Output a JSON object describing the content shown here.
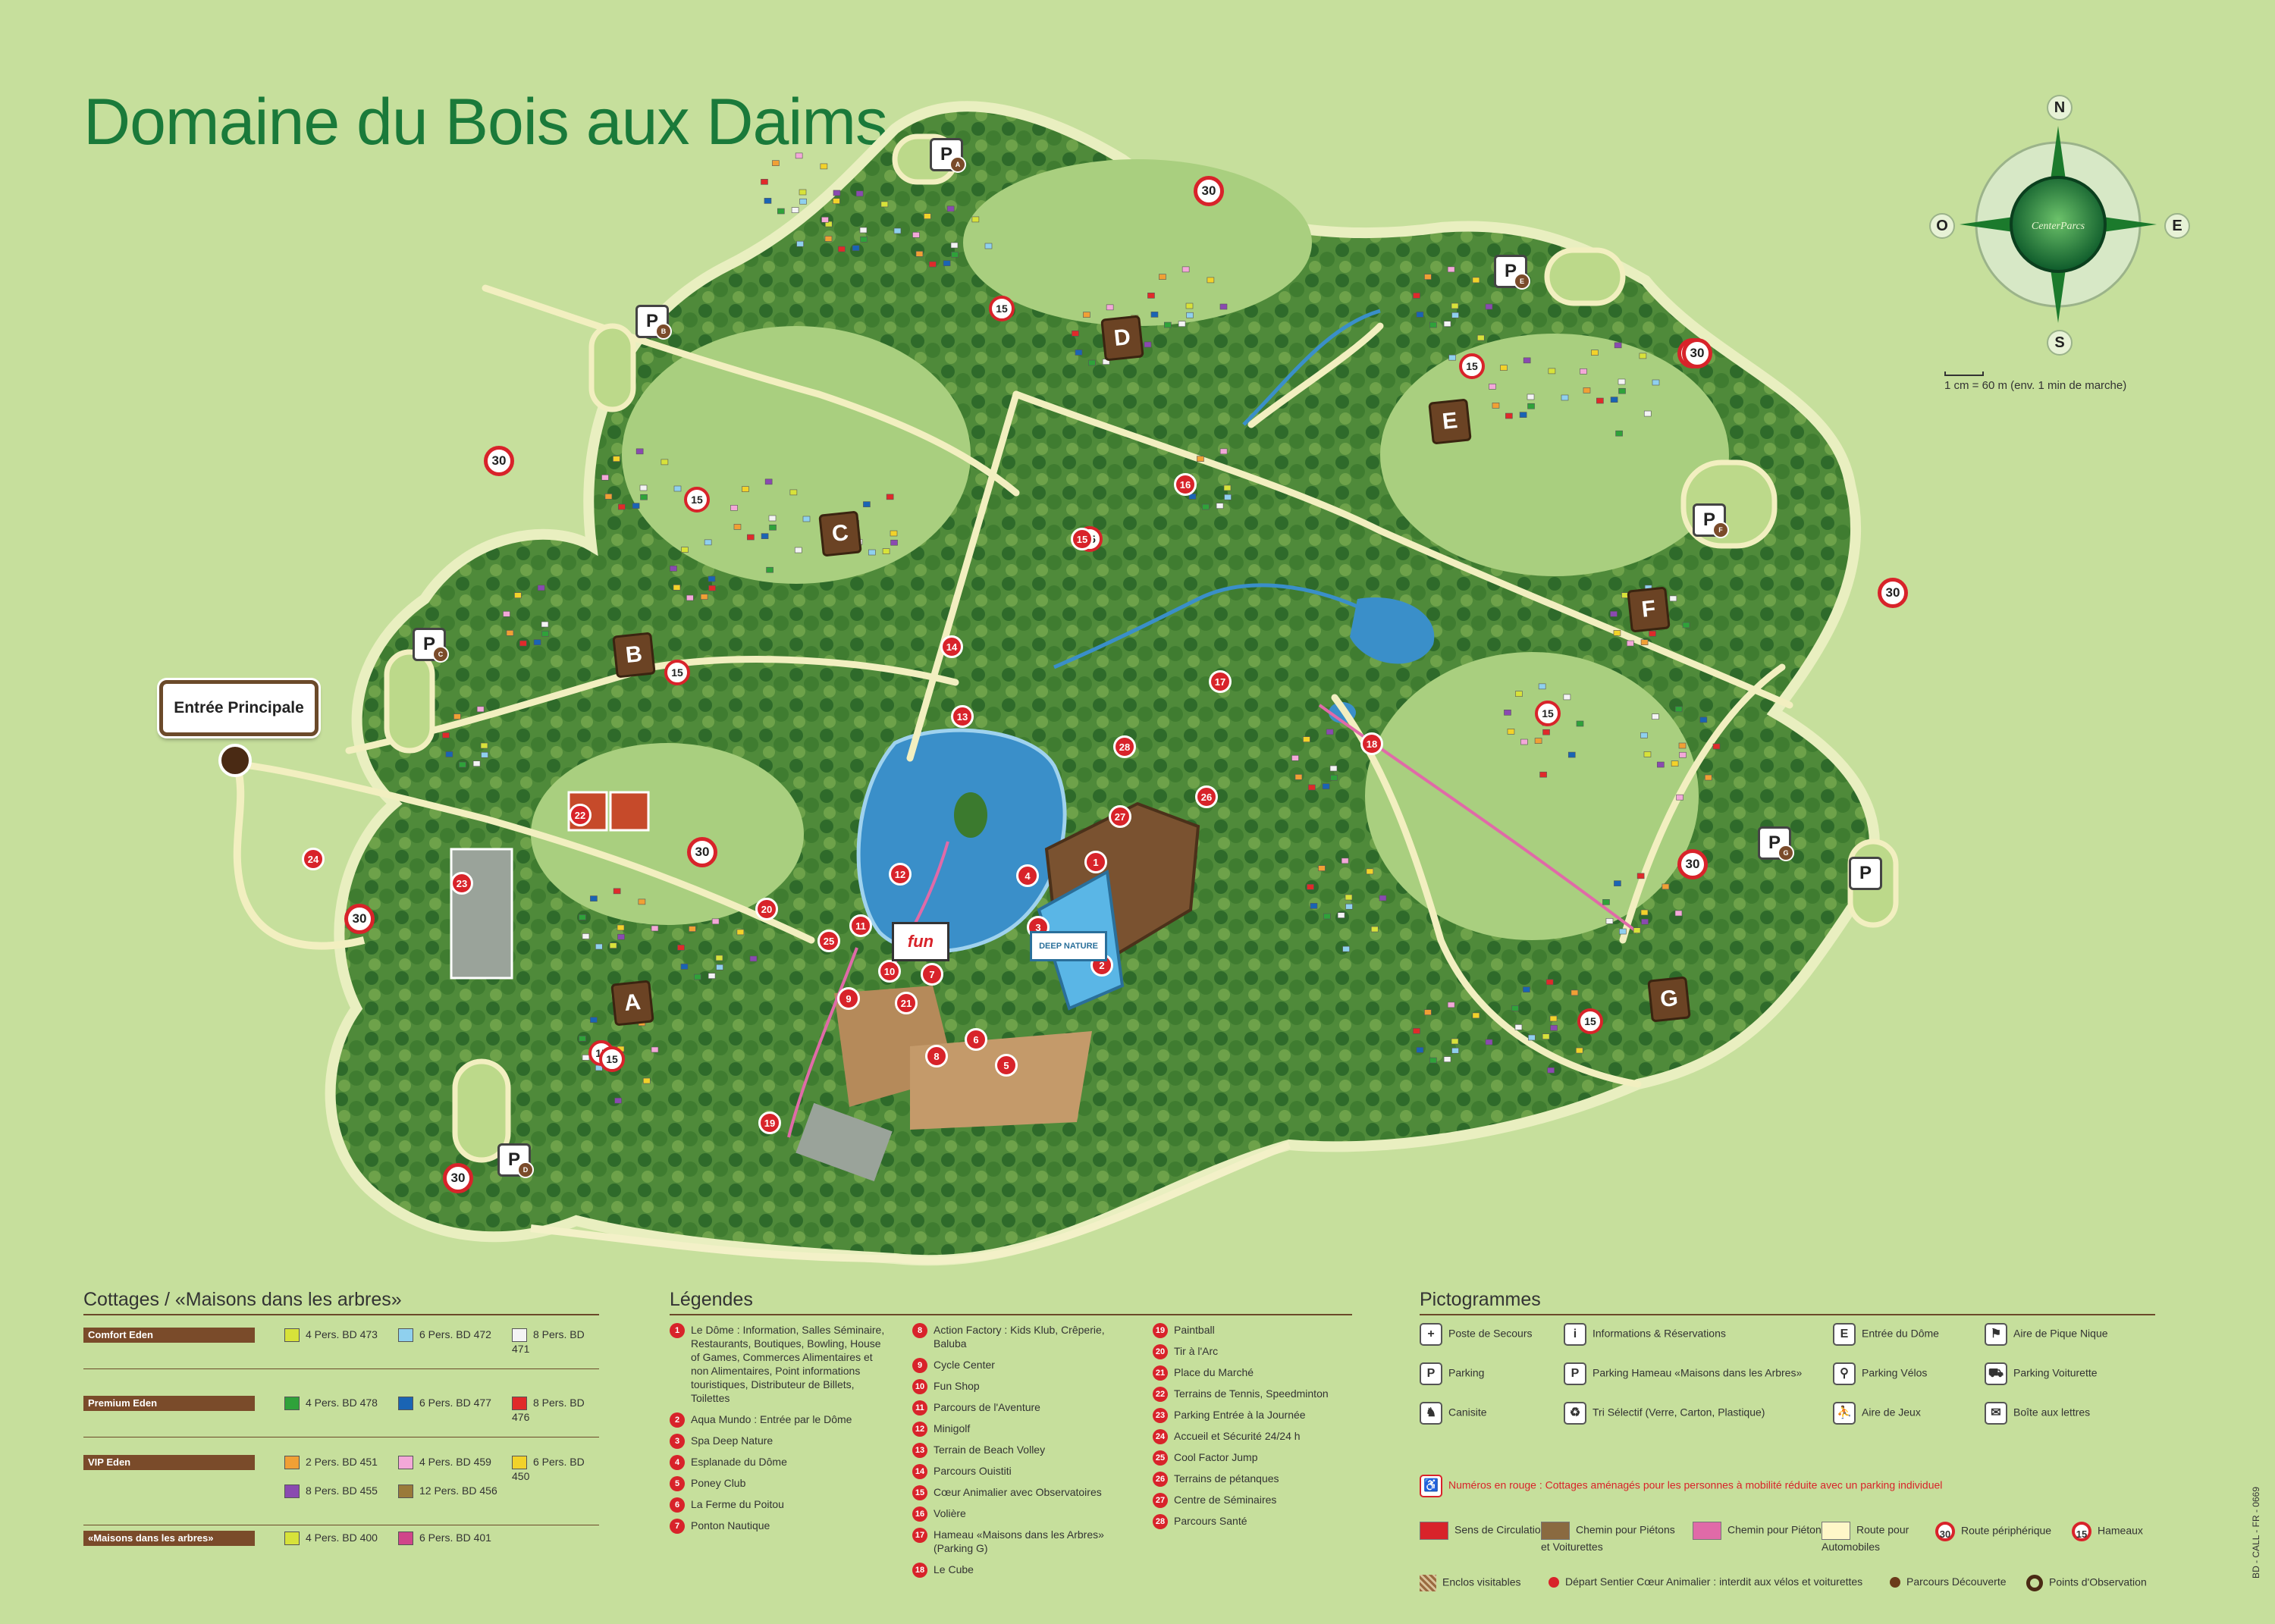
{
  "title": "Domaine du Bois aux Daims",
  "entrance_label": "Entrée Principale",
  "scale_label": "1 cm = 60 m (env. 1 min de marche)",
  "compass": {
    "north": "N",
    "south": "S",
    "east": "E",
    "west": "O",
    "logo": "CenterParcs"
  },
  "hamlets": [
    "A",
    "B",
    "C",
    "D",
    "E",
    "F",
    "G"
  ],
  "parking_signs": [
    "P",
    "P",
    "P",
    "P",
    "P",
    "P",
    "P",
    "P"
  ],
  "parking_letters": [
    "A",
    "B",
    "C",
    "D",
    "E",
    "F",
    "G",
    ""
  ],
  "speed_signs": [
    "30",
    "30",
    "30",
    "30",
    "30",
    "30",
    "30",
    "30",
    "30"
  ],
  "hamlet_signs": [
    "15",
    "15",
    "15",
    "15",
    "15",
    "15",
    "15",
    "15",
    "15"
  ],
  "map_numbers": [
    "1",
    "2",
    "3",
    "4",
    "5",
    "6",
    "7",
    "8",
    "9",
    "10",
    "11",
    "12",
    "13",
    "14",
    "15",
    "16",
    "17",
    "18",
    "19",
    "20",
    "21",
    "22",
    "23",
    "24",
    "25",
    "26",
    "27",
    "28"
  ],
  "brand_signs": {
    "fun": "fun",
    "deep_nature": "DEEP NATURE"
  },
  "cottages": {
    "heading": "Cottages / «Maisons dans les arbres»",
    "tiers": [
      {
        "name": "Comfort Eden",
        "items": [
          {
            "label": "4 Pers. BD 473",
            "color": "#d7e23a"
          },
          {
            "label": "6 Pers. BD 472",
            "color": "#8fd0ee"
          },
          {
            "label": "8 Pers. BD 471",
            "color": "#f4f4f4"
          }
        ]
      },
      {
        "name": "Premium Eden",
        "items": [
          {
            "label": "4 Pers. BD 478",
            "color": "#2fa23a"
          },
          {
            "label": "6 Pers. BD 477",
            "color": "#1a64b4"
          },
          {
            "label": "8 Pers. BD 476",
            "color": "#e02a2a"
          }
        ]
      },
      {
        "name": "VIP Eden",
        "items": [
          {
            "label": "2 Pers. BD 451",
            "color": "#f0a035"
          },
          {
            "label": "4 Pers. BD 459",
            "color": "#f3a8d8"
          },
          {
            "label": "6 Pers. BD 450",
            "color": "#f2d22a"
          },
          {
            "label": "8 Pers. BD 455",
            "color": "#8a4ab0"
          },
          {
            "label": "12 Pers. BD 456",
            "color": "#9a7a3a"
          }
        ]
      },
      {
        "name": "«Maisons dans les arbres»",
        "items": [
          {
            "label": "4 Pers. BD 400",
            "color": "#d7e23a"
          },
          {
            "label": "6 Pers. BD 401",
            "color": "#d0468a"
          }
        ]
      }
    ]
  },
  "legendes": {
    "heading": "Légendes",
    "col1": [
      {
        "n": "1",
        "text": "Le Dôme : Information, Salles Séminaire, Restaurants, Boutiques, Bowling, House of Games, Commerces Alimentaires et non Alimentaires, Point informations touristiques, Distributeur de Billets, Toilettes"
      },
      {
        "n": "2",
        "text": "Aqua Mundo : Entrée par le Dôme"
      },
      {
        "n": "3",
        "text": "Spa Deep Nature"
      },
      {
        "n": "4",
        "text": "Esplanade du Dôme"
      },
      {
        "n": "5",
        "text": "Poney Club"
      },
      {
        "n": "6",
        "text": "La Ferme du Poitou"
      },
      {
        "n": "7",
        "text": "Ponton Nautique"
      }
    ],
    "col2": [
      {
        "n": "8",
        "text": "Action Factory : Kids Klub, Crêperie, Baluba"
      },
      {
        "n": "9",
        "text": "Cycle Center"
      },
      {
        "n": "10",
        "text": "Fun Shop"
      },
      {
        "n": "11",
        "text": "Parcours de l'Aventure"
      },
      {
        "n": "12",
        "text": "Minigolf"
      },
      {
        "n": "13",
        "text": "Terrain de Beach Volley"
      },
      {
        "n": "14",
        "text": "Parcours Ouistiti"
      },
      {
        "n": "15",
        "text": "Cœur Animalier avec Observatoires"
      },
      {
        "n": "16",
        "text": "Volière"
      },
      {
        "n": "17",
        "text": "Hameau «Maisons dans les Arbres» (Parking G)"
      },
      {
        "n": "18",
        "text": "Le Cube"
      }
    ],
    "col3": [
      {
        "n": "19",
        "text": "Paintball"
      },
      {
        "n": "20",
        "text": "Tir à l'Arc"
      },
      {
        "n": "21",
        "text": "Place du Marché"
      },
      {
        "n": "22",
        "text": "Terrains de Tennis, Speedminton"
      },
      {
        "n": "23",
        "text": "Parking Entrée à la Journée"
      },
      {
        "n": "24",
        "text": "Accueil et Sécurité 24/24 h"
      },
      {
        "n": "25",
        "text": "Cool Factor Jump"
      },
      {
        "n": "26",
        "text": "Terrains de pétanques"
      },
      {
        "n": "27",
        "text": "Centre de Séminaires"
      },
      {
        "n": "28",
        "text": "Parcours Santé"
      }
    ]
  },
  "pictogrammes": {
    "heading": "Pictogrammes",
    "items": [
      {
        "icon": "+",
        "text": "Poste de Secours"
      },
      {
        "icon": "i",
        "text": "Informations & Réservations"
      },
      {
        "icon": "E",
        "text": "Entrée du Dôme"
      },
      {
        "icon": "⚑",
        "text": "Aire de Pique Nique"
      },
      {
        "icon": "P",
        "text": "Parking"
      },
      {
        "icon": "P",
        "text": "Parking Hameau «Maisons dans les Arbres»"
      },
      {
        "icon": "⚲",
        "text": "Parking Vélos"
      },
      {
        "icon": "⛟",
        "text": "Parking Voiturette"
      },
      {
        "icon": "♞",
        "text": "Canisite"
      },
      {
        "icon": "♻",
        "text": "Tri Sélectif (Verre, Carton, Plastique)"
      },
      {
        "icon": "⛹",
        "text": "Aire de Jeux"
      },
      {
        "icon": "✉",
        "text": "Boîte aux lettres"
      }
    ],
    "red_note": "Numéros en rouge : Cottages aménagés pour les personnes à mobilité réduite avec un parking individuel",
    "lines": [
      {
        "text": "Sens de Circulation"
      },
      {
        "text": "Chemin pour Piétons et Voiturettes"
      },
      {
        "text": "Chemin pour Piétons"
      },
      {
        "text": "Route pour Automobiles"
      },
      {
        "text": "Route périphérique",
        "sign": "30"
      },
      {
        "text": "Hameaux",
        "sign": "15"
      }
    ],
    "bottom": [
      {
        "text": "Enclos visitables"
      },
      {
        "text": "Départ Sentier Cœur Animalier : interdit aux vélos et voiturettes"
      },
      {
        "text": "Parcours Découverte"
      },
      {
        "text": "Points d'Observation"
      }
    ]
  },
  "print_code": "BD - CALL - FR - 0669"
}
